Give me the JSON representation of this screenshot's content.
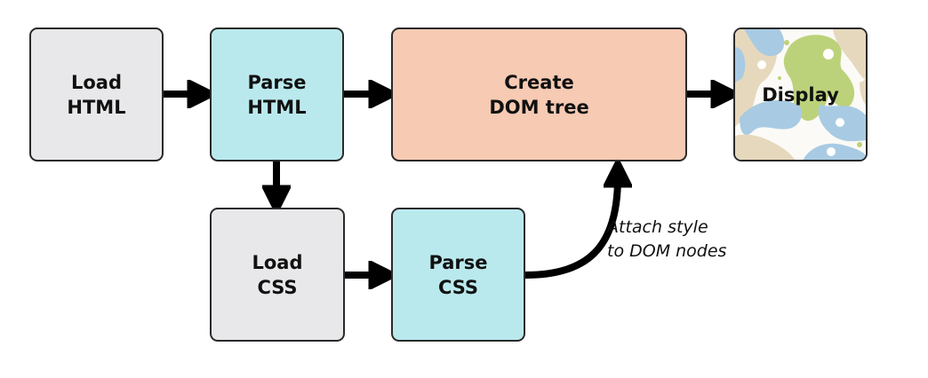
{
  "diagram": {
    "type": "flowchart",
    "nodes": [
      {
        "id": "load-html",
        "label": "Load\nHTML",
        "color": "#e8e8ea"
      },
      {
        "id": "parse-html",
        "label": "Parse\nHTML",
        "color": "#bae9ed"
      },
      {
        "id": "create-dom",
        "label": "Create\nDOM tree",
        "color": "#f6cab3"
      },
      {
        "id": "display",
        "label": "Display",
        "color": "pattern"
      },
      {
        "id": "load-css",
        "label": "Load\nCSS",
        "color": "#e8e8ea"
      },
      {
        "id": "parse-css",
        "label": "Parse\nCSS",
        "color": "#bae9ed"
      }
    ],
    "edges": [
      {
        "from": "load-html",
        "to": "parse-html"
      },
      {
        "from": "parse-html",
        "to": "create-dom"
      },
      {
        "from": "create-dom",
        "to": "display"
      },
      {
        "from": "parse-html",
        "to": "load-css"
      },
      {
        "from": "load-css",
        "to": "parse-css"
      },
      {
        "from": "parse-css",
        "to": "create-dom",
        "label": "Attach style\nto DOM nodes"
      }
    ],
    "annotation": "Attach style\nto DOM nodes"
  }
}
